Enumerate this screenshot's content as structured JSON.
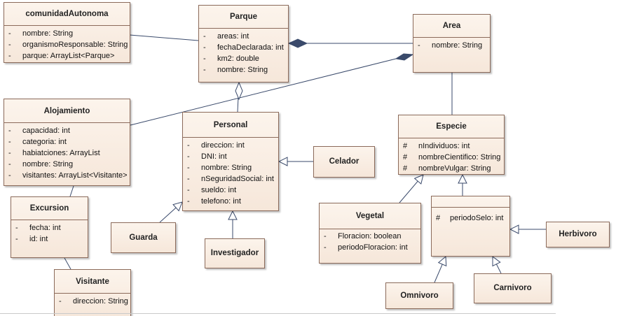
{
  "diagram": {
    "classes": [
      {
        "key": "comunidadAutonoma",
        "name": "comunidadAutonoma",
        "attributes": [
          {
            "vis": "-",
            "text": "nombre: String"
          },
          {
            "vis": "-",
            "text": "organismoResponsable: String"
          },
          {
            "vis": "-",
            "text": "parque: ArrayList<Parque>"
          }
        ]
      },
      {
        "key": "parque",
        "name": "Parque",
        "attributes": [
          {
            "vis": "-",
            "text": "areas: int"
          },
          {
            "vis": "-",
            "text": "fechaDeclarada: int"
          },
          {
            "vis": "-",
            "text": "km2: double"
          },
          {
            "vis": "-",
            "text": "nombre: String"
          }
        ]
      },
      {
        "key": "area",
        "name": "Area",
        "attributes": [
          {
            "vis": "-",
            "text": "nombre: String"
          }
        ]
      },
      {
        "key": "alojamiento",
        "name": "Alojamiento",
        "attributes": [
          {
            "vis": "-",
            "text": "capacidad: int"
          },
          {
            "vis": "-",
            "text": "categoria: int"
          },
          {
            "vis": "-",
            "text": "habiatciones: ArrayList"
          },
          {
            "vis": "-",
            "text": "nombre: String"
          },
          {
            "vis": "-",
            "text": "visitantes: ArrayList<Visitante>"
          }
        ]
      },
      {
        "key": "personal",
        "name": "Personal",
        "attributes": [
          {
            "vis": "-",
            "text": "direccion: int"
          },
          {
            "vis": "-",
            "text": "DNI: int"
          },
          {
            "vis": "-",
            "text": "nombre: String"
          },
          {
            "vis": "-",
            "text": "nSeguridadSocial: int"
          },
          {
            "vis": "-",
            "text": "sueldo: int"
          },
          {
            "vis": "-",
            "text": "telefono: int"
          }
        ]
      },
      {
        "key": "especie",
        "name": "Especie",
        "attributes": [
          {
            "vis": "#",
            "text": "nIndividuos: int"
          },
          {
            "vis": "#",
            "text": "nombreCientifico: String"
          },
          {
            "vis": "#",
            "text": "nombreVulgar: String"
          }
        ]
      },
      {
        "key": "celador",
        "name": "Celador",
        "attributes": []
      },
      {
        "key": "excursion",
        "name": "Excursion",
        "attributes": [
          {
            "vis": "-",
            "text": "fecha: int"
          },
          {
            "vis": "-",
            "text": "id: int"
          }
        ]
      },
      {
        "key": "guarda",
        "name": "Guarda",
        "attributes": []
      },
      {
        "key": "investigador",
        "name": "Investigador",
        "attributes": []
      },
      {
        "key": "vegetal",
        "name": "Vegetal",
        "attributes": [
          {
            "vis": "-",
            "text": "Floracion: boolean"
          },
          {
            "vis": "-",
            "text": "periodoFloracion: int"
          }
        ]
      },
      {
        "key": "animal",
        "name": "",
        "attributes": [
          {
            "vis": "#",
            "text": "periodoSelo: int"
          }
        ]
      },
      {
        "key": "herbivoro",
        "name": "Herbivoro",
        "attributes": []
      },
      {
        "key": "visitante",
        "name": "Visitante",
        "attributes": [
          {
            "vis": "-",
            "text": "direccion: String"
          }
        ]
      },
      {
        "key": "omnivoro",
        "name": "Omnivoro",
        "attributes": []
      },
      {
        "key": "carnivoro",
        "name": "Carnivoro",
        "attributes": []
      }
    ],
    "relationships": [
      {
        "name": "comunidad-parque",
        "type": "association"
      },
      {
        "name": "area-parque",
        "type": "composition"
      },
      {
        "name": "alojamiento-area",
        "type": "composition"
      },
      {
        "name": "personal-parque",
        "type": "aggregation"
      },
      {
        "name": "area-especie",
        "type": "association"
      },
      {
        "name": "alojamiento-excursion",
        "type": "association"
      },
      {
        "name": "excursion-visitante",
        "type": "association"
      },
      {
        "name": "celador-personal",
        "type": "generalization"
      },
      {
        "name": "guarda-personal",
        "type": "generalization"
      },
      {
        "name": "investigador-personal",
        "type": "generalization"
      },
      {
        "name": "vegetal-especie",
        "type": "generalization"
      },
      {
        "name": "animal-especie",
        "type": "generalization"
      },
      {
        "name": "herbivoro-animal",
        "type": "generalization"
      },
      {
        "name": "omnivoro-animal",
        "type": "generalization"
      },
      {
        "name": "carnivoro-animal",
        "type": "generalization"
      }
    ],
    "colors": {
      "class_fill_top": "#fcf4ec",
      "class_fill_bottom": "#f6e7da",
      "class_border": "#8b6a5a",
      "connector": "#3a4a6b"
    }
  }
}
